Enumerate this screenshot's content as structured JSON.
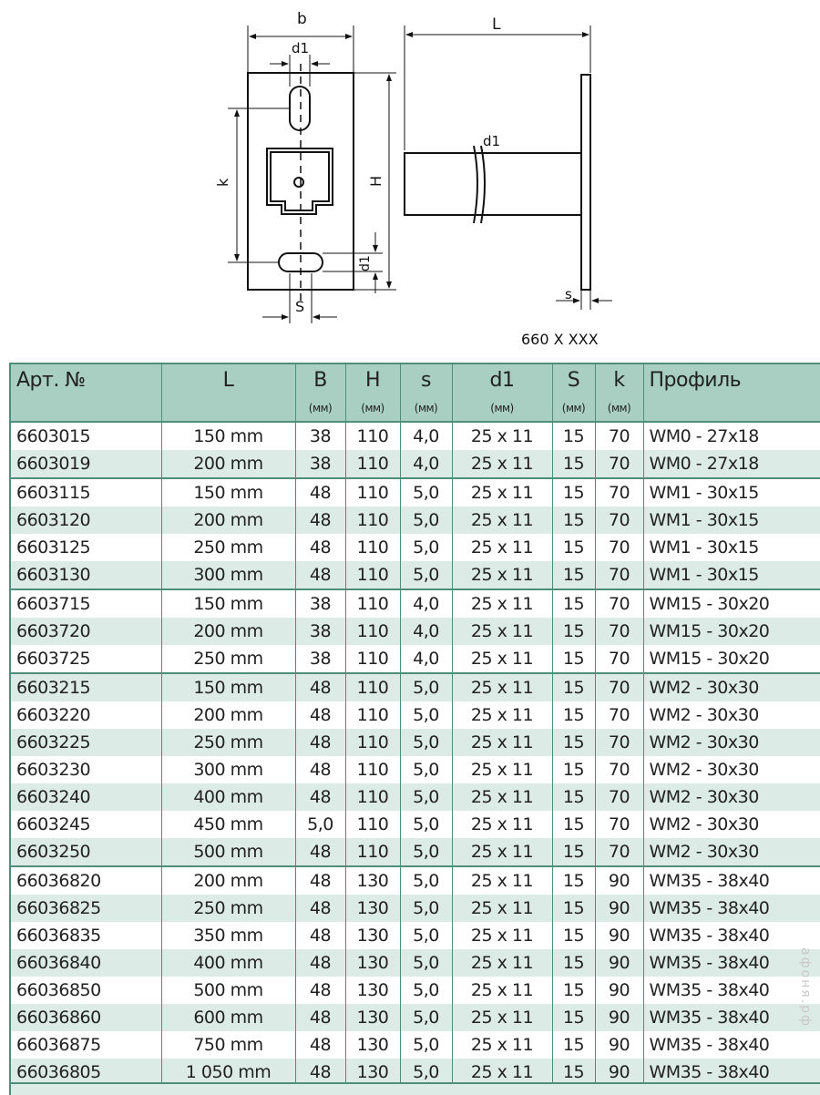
{
  "diagram": {
    "labels": {
      "b": "b",
      "d1_top": "d1",
      "k": "k",
      "H": "H",
      "d1_side": "d1",
      "S": "S",
      "L": "L",
      "d1_profile": "d1",
      "s": "s"
    },
    "caption": "660 X XXX"
  },
  "table": {
    "headers": [
      "Арт. №",
      "L",
      "B",
      "H",
      "s",
      "d1",
      "S",
      "k",
      "Профиль"
    ],
    "units": [
      "",
      "",
      "(мм)",
      "(мм)",
      "(мм)",
      "(мм)",
      "(мм)",
      "(мм)",
      ""
    ],
    "rows": [
      [
        "6603015",
        "150 mm",
        "38",
        "110",
        "4,0",
        "25 x 11",
        "15",
        "70",
        "WM0 - 27x18"
      ],
      [
        "6603019",
        "200 mm",
        "38",
        "110",
        "4,0",
        "25 x 11",
        "15",
        "70",
        "WM0 - 27x18"
      ],
      [
        "6603115",
        "150 mm",
        "48",
        "110",
        "5,0",
        "25 x 11",
        "15",
        "70",
        "WM1 - 30x15"
      ],
      [
        "6603120",
        "200 mm",
        "48",
        "110",
        "5,0",
        "25 x 11",
        "15",
        "70",
        "WM1 - 30x15"
      ],
      [
        "6603125",
        "250 mm",
        "48",
        "110",
        "5,0",
        "25 x 11",
        "15",
        "70",
        "WM1 - 30x15"
      ],
      [
        "6603130",
        "300 mm",
        "48",
        "110",
        "5,0",
        "25 x 11",
        "15",
        "70",
        "WM1 - 30x15"
      ],
      [
        "6603715",
        "150 mm",
        "38",
        "110",
        "4,0",
        "25 x 11",
        "15",
        "70",
        "WM15 - 30x20"
      ],
      [
        "6603720",
        "200 mm",
        "38",
        "110",
        "4,0",
        "25 x 11",
        "15",
        "70",
        "WM15 - 30x20"
      ],
      [
        "6603725",
        "250 mm",
        "38",
        "110",
        "4,0",
        "25 x 11",
        "15",
        "70",
        "WM15 - 30x20"
      ],
      [
        "6603215",
        "150 mm",
        "48",
        "110",
        "5,0",
        "25 x 11",
        "15",
        "70",
        "WM2 - 30x30"
      ],
      [
        "6603220",
        "200 mm",
        "48",
        "110",
        "5,0",
        "25 x 11",
        "15",
        "70",
        "WM2 - 30x30"
      ],
      [
        "6603225",
        "250 mm",
        "48",
        "110",
        "5,0",
        "25 x 11",
        "15",
        "70",
        "WM2 - 30x30"
      ],
      [
        "6603230",
        "300 mm",
        "48",
        "110",
        "5,0",
        "25 x 11",
        "15",
        "70",
        "WM2 - 30x30"
      ],
      [
        "6603240",
        "400 mm",
        "48",
        "110",
        "5,0",
        "25 x 11",
        "15",
        "70",
        "WM2 - 30x30"
      ],
      [
        "6603245",
        "450 mm",
        "5,0",
        "110",
        "5,0",
        "25 x 11",
        "15",
        "70",
        "WM2 - 30x30"
      ],
      [
        "6603250",
        "500 mm",
        "48",
        "110",
        "5,0",
        "25 x 11",
        "15",
        "70",
        "WM2 - 30x30"
      ],
      [
        "66036820",
        "200 mm",
        "48",
        "130",
        "5,0",
        "25 x 11",
        "15",
        "90",
        "WM35 - 38x40"
      ],
      [
        "66036825",
        "250 mm",
        "48",
        "130",
        "5,0",
        "25 x 11",
        "15",
        "90",
        "WM35 - 38x40"
      ],
      [
        "66036835",
        "350 mm",
        "48",
        "130",
        "5,0",
        "25 x 11",
        "15",
        "90",
        "WM35 - 38x40"
      ],
      [
        "66036840",
        "400 mm",
        "48",
        "130",
        "5,0",
        "25 x 11",
        "15",
        "90",
        "WM35 - 38x40"
      ],
      [
        "66036850",
        "500 mm",
        "48",
        "130",
        "5,0",
        "25 x 11",
        "15",
        "90",
        "WM35 - 38x40"
      ],
      [
        "66036860",
        "600 mm",
        "48",
        "130",
        "5,0",
        "25 x 11",
        "15",
        "90",
        "WM35 - 38x40"
      ],
      [
        "66036875",
        "750 mm",
        "48",
        "130",
        "5,0",
        "25 x 11",
        "15",
        "90",
        "WM35 - 38x40"
      ],
      [
        "66036805",
        "1 050 mm",
        "48",
        "130",
        "5,0",
        "25 x 11",
        "15",
        "90",
        "WM35 - 38x40"
      ]
    ],
    "group_starts": [
      2,
      6,
      9,
      16
    ]
  },
  "watermark": "афоня.рф",
  "colors": {
    "header": "#a8cfc2",
    "alt_row": "#ddebe6",
    "border": "#4e8f7c"
  }
}
